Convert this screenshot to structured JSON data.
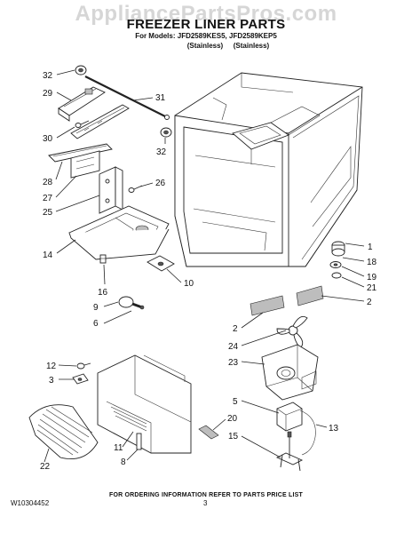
{
  "watermark": "AppliancePartsPros.com",
  "title": "FREEZER LINER PARTS",
  "models_line": "For Models: JFD2589KES5, JFD2589KEP5",
  "finishes": [
    "(Stainless)",
    "(Stainless)"
  ],
  "footer_note": "FOR ORDERING INFORMATION REFER TO PARTS PRICE LIST",
  "doc_number": "W10304452",
  "page_number": "3",
  "callouts": [
    "32",
    "29",
    "31",
    "30",
    "32",
    "28",
    "26",
    "27",
    "25",
    "14",
    "10",
    "16",
    "9",
    "6",
    "1",
    "18",
    "19",
    "21",
    "2",
    "2",
    "24",
    "23",
    "12",
    "3",
    "5",
    "13",
    "20",
    "15",
    "22",
    "11",
    "8"
  ]
}
